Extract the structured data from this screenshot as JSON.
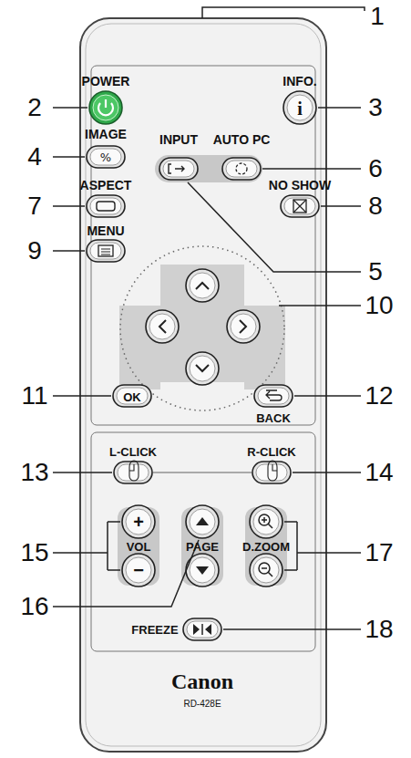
{
  "diagram": {
    "labels": [
      "1",
      "2",
      "POWER",
      "INFO.",
      "i",
      "3",
      "IMAGE",
      "INPUT",
      "AUTO PC",
      "4",
      "6",
      "ASPECT",
      "NO SHOW",
      "7",
      "8",
      "5",
      "MENU",
      "9",
      "10",
      "OK",
      "11",
      "BACK",
      "12",
      "L-CLICK",
      "R-CLICK",
      "13",
      "14",
      "+",
      "VOL",
      "−",
      "15",
      "PAGE",
      "D.ZOOM",
      "17",
      "16",
      "FREEZE",
      "18",
      "Canon",
      "RD-428E"
    ]
  }
}
